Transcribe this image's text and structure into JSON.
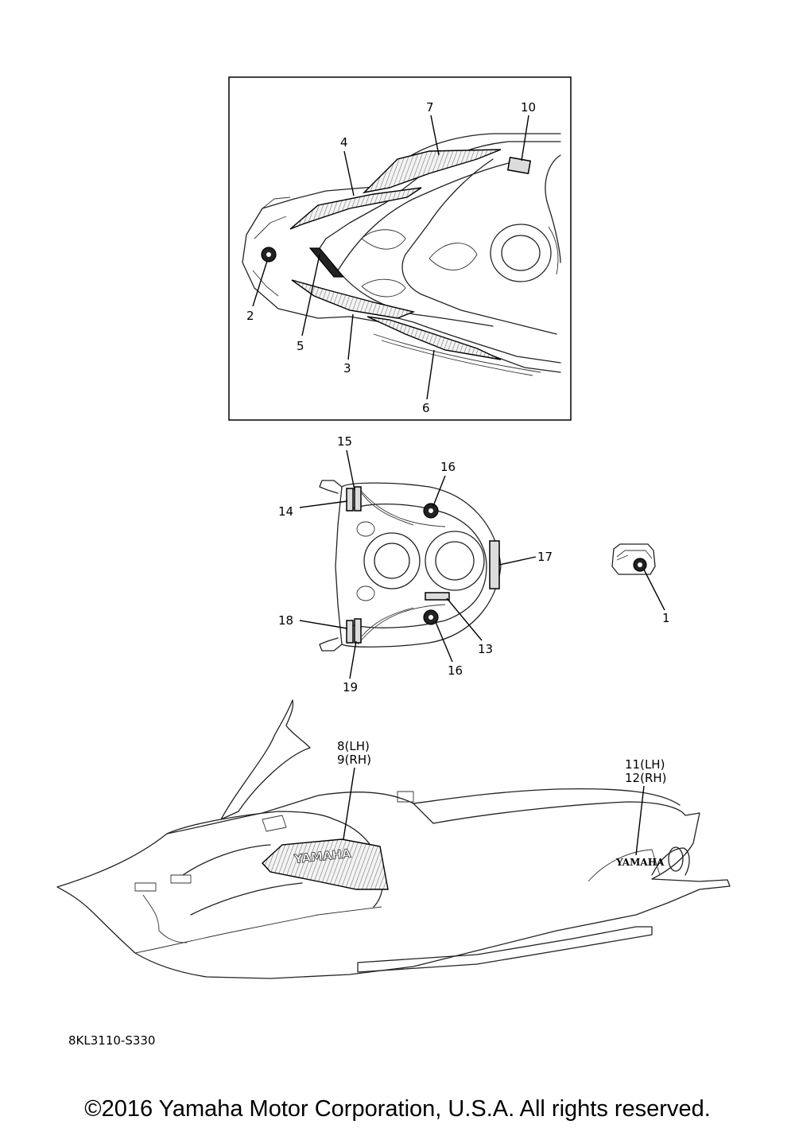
{
  "callouts": {
    "c1": "1",
    "c2": "2",
    "c3": "3",
    "c4": "4",
    "c5": "5",
    "c6": "6",
    "c7": "7",
    "c8": "8(LH)",
    "c9": "9(RH)",
    "c10": "10",
    "c11": "11(LH)",
    "c12": "12(RH)",
    "c13": "13",
    "c14": "14",
    "c15": "15",
    "c16a": "16",
    "c16b": "16",
    "c17": "17",
    "c18": "18",
    "c19": "19"
  },
  "decal_text": {
    "brand_large": "YAMAHA",
    "brand_small": "YAMAHA"
  },
  "reference_code": "8KL3110-S330",
  "copyright": "©2016 Yamaha Motor Corporation, U.S.A. All rights reserved."
}
